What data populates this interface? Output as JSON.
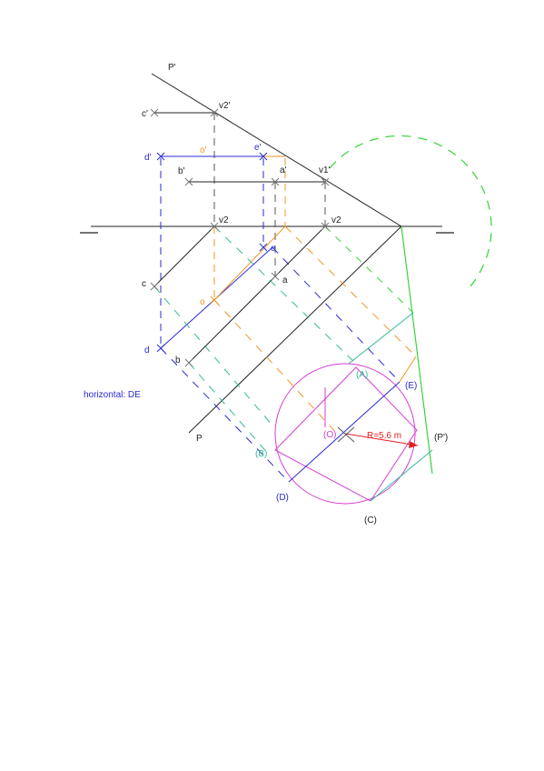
{
  "colors": {
    "black": "#222222",
    "gray": "#777777",
    "blue": "#2a2ad6",
    "orange": "#f0961e",
    "teal": "#35b89a",
    "green": "#35d33a",
    "magenta": "#d43fd4",
    "red": "#e02020"
  },
  "labels": {
    "P_prime": "P'",
    "P": "P",
    "v2_prime": "v2'",
    "v1_prime": "v1'",
    "v2_left": "v2",
    "v2_right": "v2",
    "c_prime": "c'",
    "d_prime": "d'",
    "b_prime": "b'",
    "o_prime": "o'",
    "e_prime": "e'",
    "a_prime": "a'",
    "c": "c",
    "d": "d",
    "b": "b",
    "o": "o",
    "e": "e",
    "a": "a",
    "A_rot": "(A)",
    "E_rot": "(E)",
    "O_rot": "(O)",
    "B_rot": "(B)",
    "D_rot": "(D)",
    "C_rot": "(C)",
    "P_prime_rot": "(P')",
    "radius": "R=5.6 m",
    "note": "horizontal: DE"
  }
}
